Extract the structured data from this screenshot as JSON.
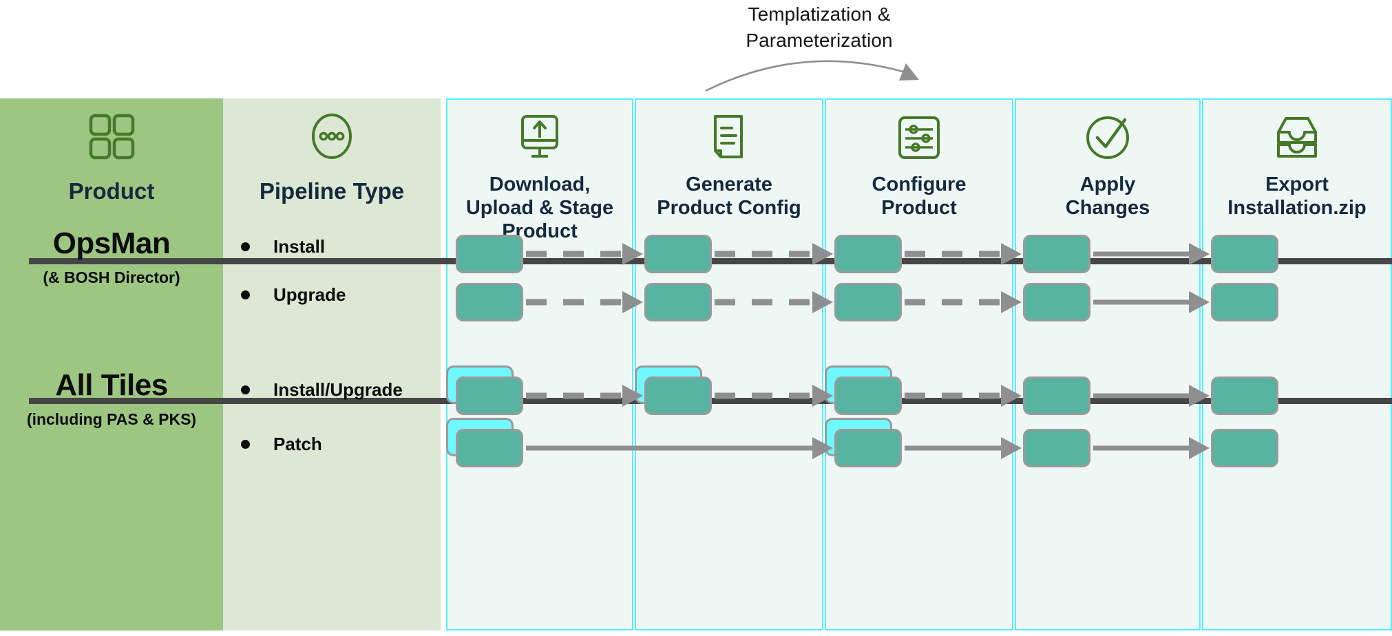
{
  "annotation": {
    "line1": "Templatization &",
    "line2": "Parameterization",
    "arc_icon": "curved-arrow-icon"
  },
  "colors": {
    "product_column_bg": "#9dc683",
    "pipeline_column_bg": "#dce7d4",
    "step_column_bg": "#eef7f4",
    "step_column_border": "#52f0ff",
    "node_fill": "#57b4a0",
    "node_back_fill": "#70f8ff",
    "node_border": "#9a9a9a",
    "arrow": "#8f8f8f",
    "separator": "#464646",
    "header_text": "#15293f",
    "icon_green": "#46792a"
  },
  "headers": [
    {
      "key": "product",
      "label": "Product",
      "icon": "grid-squares-icon"
    },
    {
      "key": "pipeline",
      "label": "Pipeline Type",
      "icon": "ellipsis-circle-icon"
    },
    {
      "key": "step0",
      "label": "Download,\nUpload & Stage\nProduct",
      "icon": "monitor-upload-icon"
    },
    {
      "key": "step1",
      "label": "Generate\nProduct Config",
      "icon": "document-lines-icon"
    },
    {
      "key": "step2",
      "label": "Configure\nProduct",
      "icon": "sliders-settings-icon"
    },
    {
      "key": "step3",
      "label": "Apply\nChanges",
      "icon": "check-circle-icon"
    },
    {
      "key": "step4",
      "label": "Export\nInstallation.zip",
      "icon": "stacked-trays-icon"
    }
  ],
  "rows": [
    {
      "product": "OpsMan",
      "product_sub": "(& BOSH Director)",
      "pipelines": [
        {
          "label": "Install",
          "steps": [
            true,
            true,
            true,
            true,
            true
          ],
          "stacked": [
            false,
            false,
            false,
            false,
            false
          ],
          "connectors": [
            "dashed",
            "dashed",
            "dashed",
            "solid"
          ]
        },
        {
          "label": "Upgrade",
          "steps": [
            true,
            true,
            true,
            true,
            true
          ],
          "stacked": [
            false,
            false,
            false,
            false,
            false
          ],
          "connectors": [
            "dashed",
            "dashed",
            "dashed",
            "solid"
          ]
        }
      ]
    },
    {
      "product": "All Tiles",
      "product_sub": "(including PAS & PKS)",
      "pipelines": [
        {
          "label": "Install/Upgrade",
          "steps": [
            true,
            true,
            true,
            true,
            true
          ],
          "stacked": [
            true,
            true,
            true,
            false,
            false
          ],
          "connectors": [
            "dashed",
            "dashed",
            "dashed",
            "solid"
          ]
        },
        {
          "label": "Patch",
          "steps": [
            true,
            false,
            true,
            true,
            true
          ],
          "stacked": [
            true,
            false,
            true,
            false,
            false
          ],
          "connectors": [
            "skip-solid",
            "none",
            "solid",
            "solid"
          ]
        }
      ]
    }
  ]
}
